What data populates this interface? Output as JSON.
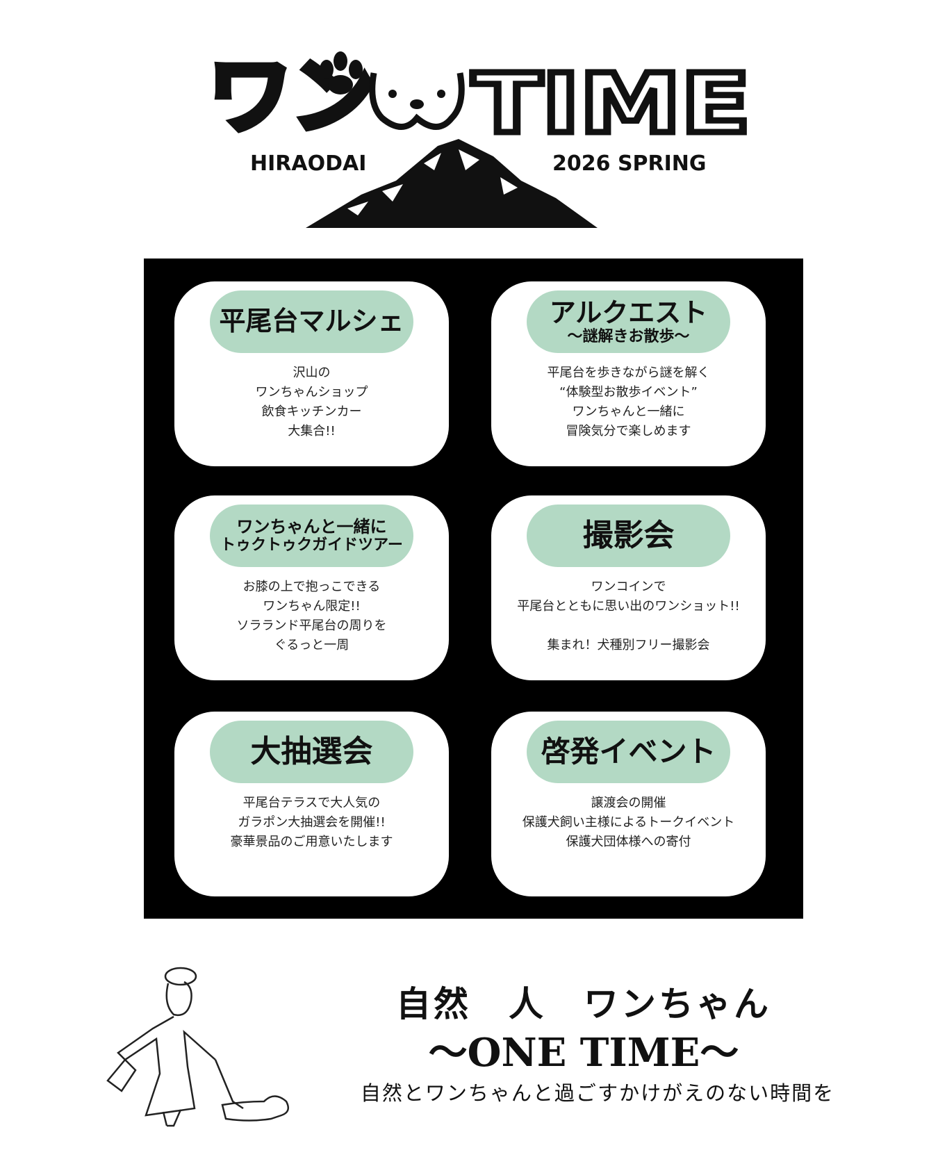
{
  "logo": {
    "title_jp": "ワン",
    "title_en": "TIME",
    "left_caption": "HIRAODAI",
    "right_caption": "2026 SPRING"
  },
  "cards": [
    {
      "title": "平尾台マルシェ",
      "subtitle": "",
      "body": "沢山の\nワンちゃんショップ\n飲食キッチンカー\n大集合!!"
    },
    {
      "title": "アルクエスト",
      "subtitle": "〜謎解きお散歩〜",
      "body": "平尾台を歩きながら謎を解く\n“体験型お散歩イベント”\nワンちゃんと一緒に\n冒険気分で楽しめます"
    },
    {
      "title": "ワンちゃんと一緒に",
      "subtitle": "トゥクトゥクガイドツアー",
      "body": "お膝の上で抱っこできる\nワンちゃん限定!!\nソラランド平尾台の周りを\nぐるっと一周"
    },
    {
      "title": "撮影会",
      "subtitle": "",
      "body": "ワンコインで\n平尾台とともに思い出のワンショット!!\n\n集まれ！犬種別フリー撮影会"
    },
    {
      "title": "大抽選会",
      "subtitle": "",
      "body": "平尾台テラスで大人気の\nガラポン大抽選会を開催!!\n豪華景品のご用意いたします"
    },
    {
      "title": "啓発イベント",
      "subtitle": "",
      "body": "譲渡会の開催\n保護犬飼い主様によるトークイベント\n保護犬団体様への寄付"
    }
  ],
  "footer": {
    "headline": "自然　人　ワンちゃん",
    "subheadline": "〜ONE TIME〜",
    "tagline": "自然とワンちゃんと過ごすかけがえのない時間を"
  },
  "colors": {
    "pill": "#b3d9c4",
    "panel": "#000000"
  }
}
